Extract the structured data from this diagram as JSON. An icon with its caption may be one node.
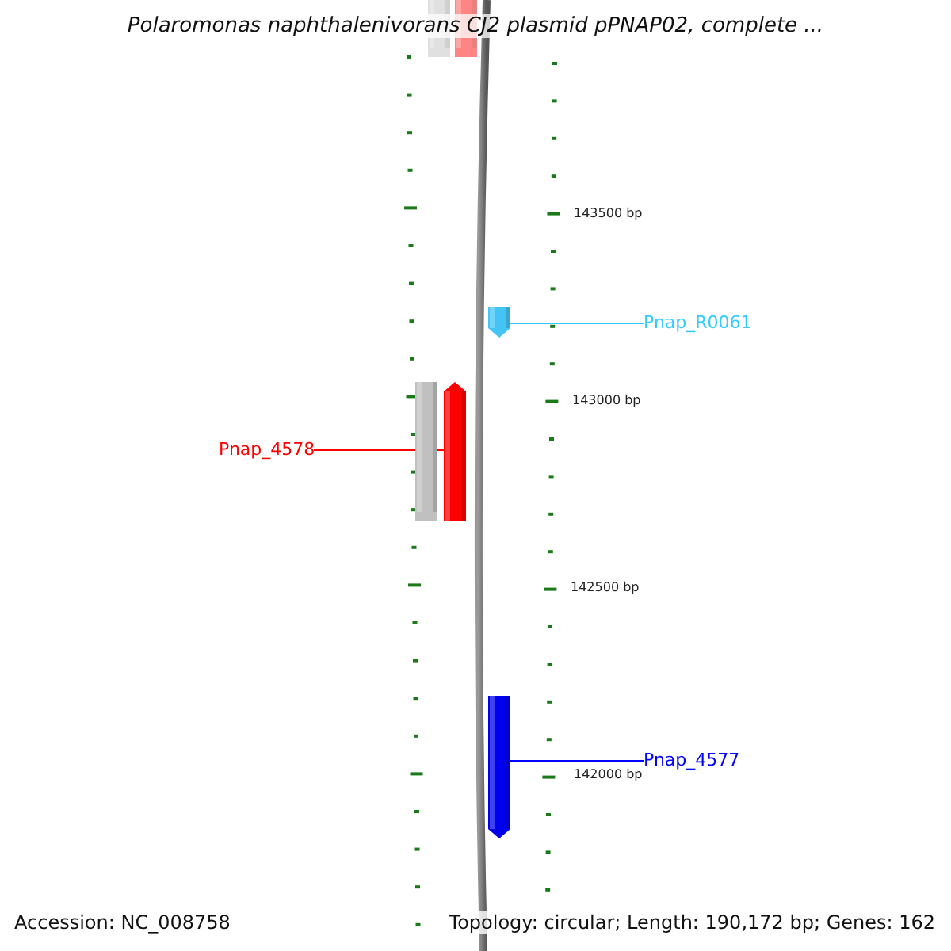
{
  "diagram": {
    "title": "Polaromonas naphthalenivorans CJ2 plasmid pPNAP02, complete ...",
    "nodes": [
      {
        "text": [],
        "shape": "bar"
      },
      {
        "text": [],
        "shape": "bar"
      },
      {
        "text": [
          "Pnap_R0061"
        ]
      },
      {
        "text": [],
        "shape": "bar"
      },
      {
        "text": [
          "Pnap_4578"
        ]
      },
      {
        "text": [],
        "shape": "bar"
      },
      {
        "text": [],
        "shape": "bar"
      },
      {
        "text": [
          "Pnap_4577"
        ]
      },
      {
        "text": [],
        "shape": "bar"
      }
    ],
    "edges": [
      {
        "from": 2,
        "to": 3,
        "arrow": "none",
        "color": "#33ccff"
      },
      {
        "from": 4,
        "to": 6,
        "arrow": "none",
        "color": "#ff0000"
      },
      {
        "from": 7,
        "to": 8,
        "arrow": "none",
        "color": "#0000ff"
      }
    ],
    "labels": [
      "143500 bp",
      "143000 bp",
      "142500 bp",
      "142000 bp",
      "Accession: NC_008758",
      "Topology: circular; Length: 190,172 bp; Genes: 162"
    ]
  }
}
